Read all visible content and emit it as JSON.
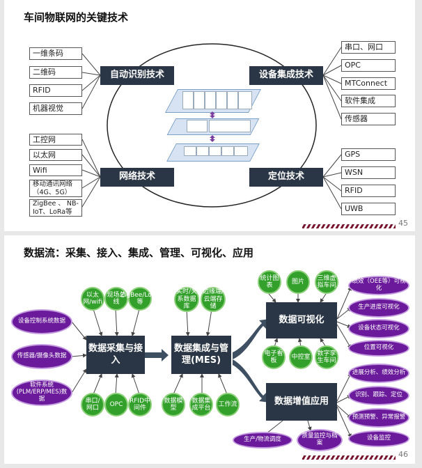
{
  "slide1": {
    "title": "车间物联网的关键技术",
    "page": "45",
    "center": {
      "top": [
        "自动识别技术",
        "设备集成技术"
      ],
      "bottom": [
        "网络技术",
        "定位技术"
      ]
    },
    "left_top": [
      "一维条码",
      "二维码",
      "RFID",
      "机器视觉"
    ],
    "left_bottom": [
      "工控网",
      "以太网",
      "Wifi",
      "移动通讯网络（4G、5G）",
      "ZigBee 、 NB-IoT、LoRa等"
    ],
    "right_top": [
      "串口、网口",
      "OPC",
      "MTConnect",
      "软件集成",
      "传感器"
    ],
    "right_bottom": [
      "GPS",
      "WSN",
      "RFID",
      "UWB"
    ]
  },
  "slide2": {
    "title": "数据流：采集、接入、集成、管理、可视化、应用",
    "page": "46",
    "boxes": {
      "collect": "数据采集与接入",
      "integrate": "数据集成与管理(MES)",
      "visual": "数据可视化",
      "value": "数据增值应用"
    },
    "left_sources": [
      "设备控制系统数据",
      "传感器/摄像头数据",
      "软件系统(PLM/ERP/MES)数据"
    ],
    "collect_top": [
      "以太网/wifi",
      "现场总线",
      "ZigBee/LoRa等"
    ],
    "collect_bottom": [
      "串口/网口",
      "OPC",
      "RFID中间件"
    ],
    "integrate_top": [
      "实时/关系数据库",
      "边缘端/云端存储"
    ],
    "integrate_bottom": [
      "数据模型",
      "数据集成平台",
      "工作流"
    ],
    "visual_top": [
      "统计图表",
      "图片",
      "三维虚拟车间"
    ],
    "visual_bottom": [
      "电子看板",
      "中控室",
      "数字孪生车间"
    ],
    "visual_right": [
      "绩效（OEE等）可视化",
      "生产进度可视化",
      "设备状态可视化",
      "位置可视化"
    ],
    "value_right": [
      "进展分析、绩效分析",
      "识别、跟踪、定位",
      "预测预警、异常报警",
      "设备监控"
    ],
    "value_bottom": [
      "生产/物流调度",
      "质量监控与档案"
    ]
  }
}
